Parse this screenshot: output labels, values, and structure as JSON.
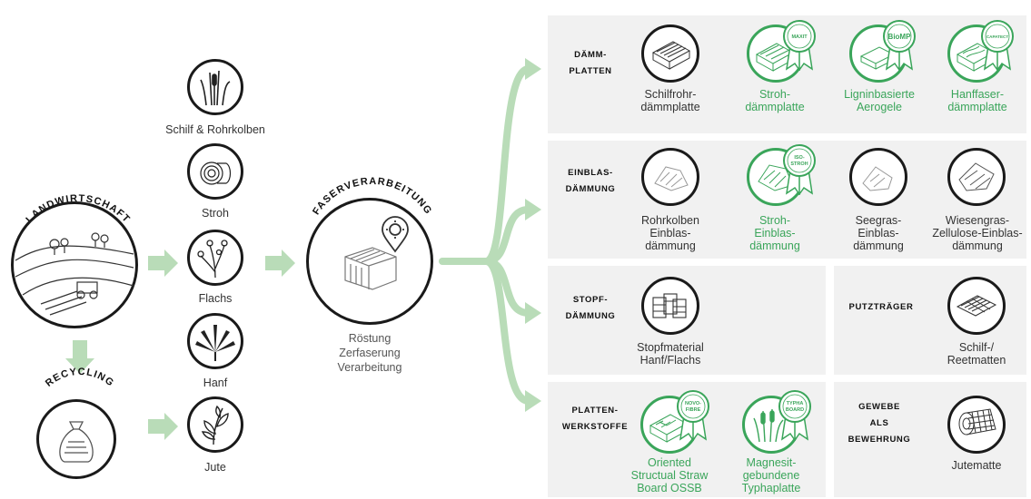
{
  "sources": {
    "landwirtschaft": "LANDWIRTSCHAFT",
    "recycling": "RECYCLING"
  },
  "raw_materials": [
    {
      "label": "Schilf & Rohrkolben"
    },
    {
      "label": "Stroh"
    },
    {
      "label": "Flachs"
    },
    {
      "label": "Hanf"
    },
    {
      "label": "Jute"
    }
  ],
  "processing": {
    "title": "FASERVERARBEITUNG",
    "steps": [
      "Röstung",
      "Zerfaserung",
      "Verarbeitung"
    ]
  },
  "categories": {
    "daemmplatten": {
      "line1": "DÄMM-",
      "line2": "PLATTEN"
    },
    "einblas": {
      "line1": "EINBLAS-",
      "line2": "DÄMMUNG"
    },
    "stopf": {
      "line1": "STOPF-",
      "line2": "DÄMMUNG"
    },
    "putz": {
      "line1": "PUTZTRÄGER"
    },
    "platten": {
      "line1": "PLATTEN-",
      "line2": "WERKSTOFFE"
    },
    "gewebe": {
      "line1": "GEWEBE",
      "line2": "ALS",
      "line3": "BEWEHRUNG"
    }
  },
  "products": {
    "schilfrohr": {
      "l1": "Schilfrohr-",
      "l2": "dämmplatte"
    },
    "strohplatte": {
      "l1": "Stroh-",
      "l2": "dämmplatte",
      "badge": "MAXIT"
    },
    "aerogele": {
      "l1": "Ligninbasierte",
      "l2": "Aerogele",
      "badge": "BioMP"
    },
    "hanfplatte": {
      "l1": "Hanffaser-",
      "l2": "dämmplatte",
      "badge": "CAPATECT"
    },
    "rohrkolben": {
      "l1": "Rohrkolben",
      "l2": "Einblas-",
      "l3": "dämmung"
    },
    "stroheinblas": {
      "l1": "Stroh-",
      "l2": "Einblas-",
      "l3": "dämmung",
      "badge1": "ISO-",
      "badge2": "STROH"
    },
    "seegras": {
      "l1": "Seegras-",
      "l2": "Einblas-",
      "l3": "dämmung"
    },
    "wiesengras": {
      "l1": "Wiesengras-",
      "l2": "Zellulose-Einblas-",
      "l3": "dämmung"
    },
    "stopfmaterial": {
      "l1": "Stopfmaterial",
      "l2": "Hanf/Flachs"
    },
    "reetmatten": {
      "l1": "Schilf-/",
      "l2": "Reetmatten"
    },
    "ossb": {
      "l1": "Oriented",
      "l2": "Structual Straw",
      "l3": "Board OSSB",
      "badge1": "NOVO-",
      "badge2": "FIBRE"
    },
    "typhaplatte": {
      "l1": "Magnesit-",
      "l2": "gebundene",
      "l3": "Typhaplatte",
      "badge1": "TYPHA",
      "badge2": "BOARD"
    },
    "jutematte": {
      "l1": "Jutematte"
    }
  },
  "colors": {
    "green": "#3aa55a",
    "arrow": "#b9dcb8",
    "panel": "#f1f1f1",
    "ink": "#1a1a1a"
  },
  "icons": [
    "reed-icon",
    "straw-bale-icon",
    "flax-icon",
    "hemp-leaf-icon",
    "jute-plant-icon",
    "farm-landscape-icon",
    "recycling-bag-icon",
    "fiber-box-icon",
    "location-pin-icon",
    "insulation-board-icon",
    "blown-insulation-icon",
    "stuffing-bundle-icon",
    "reed-mat-icon",
    "jute-roll-icon",
    "award-badge-icon"
  ]
}
